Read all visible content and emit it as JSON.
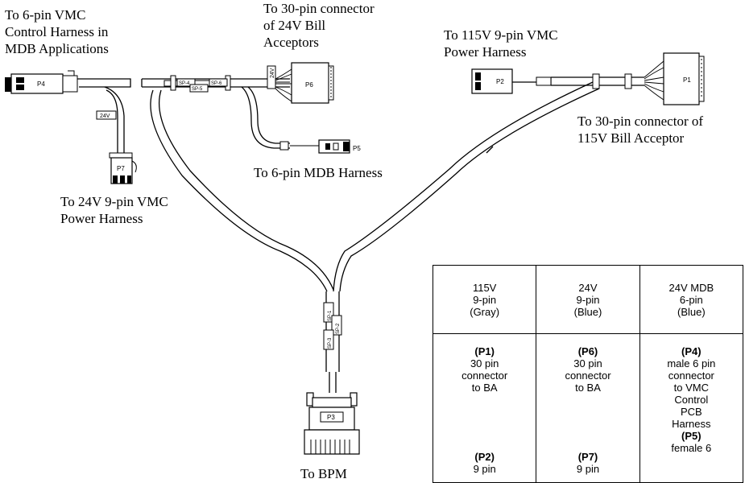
{
  "labels": {
    "vmc_control_harness": "To 6-pin VMC\nControl Harness in\nMDB Applications",
    "bill_acceptors_24v": "To 30-pin connector\nof 24V Bill\nAcceptors",
    "power_115v": "To 115V 9-pin VMC\nPower Harness",
    "bill_acceptor_115v": "To 30-pin connector of\n115V Bill Acceptor",
    "mdb_harness": "To 6-pin MDB Harness",
    "power_24v": "To 24V 9-pin VMC\nPower Harness",
    "bpm": "To BPM"
  },
  "connectors": {
    "p1": "P1",
    "p2": "P2",
    "p3": "P3",
    "p4": "P4",
    "p5": "P5",
    "p6": "P6",
    "p7": "P7"
  },
  "cable_tags": {
    "v24_a": "24V",
    "v24_b": "24V",
    "sp4": "SP-4",
    "sp5": "SP-5",
    "sp6": "SP-6",
    "sp1": "SP-1",
    "sp2": "SP-2",
    "sp3": "SP-3"
  },
  "table": {
    "headers": [
      "115V\n9-pin\n(Gray)",
      "24V\n9-pin\n(Blue)",
      "24V MDB\n6-pin\n(Blue)"
    ],
    "row1": [
      {
        "code": "(P1)",
        "desc": "30 pin\nconnector\nto BA"
      },
      {
        "code": "(P6)",
        "desc": "30 pin\nconnector\nto BA"
      },
      {
        "code": "(P4)",
        "desc": "male 6 pin\nconnector\nto VMC\nControl\nPCB\nHarness"
      }
    ],
    "row2": [
      {
        "code": "(P2)",
        "desc": "9 pin"
      },
      {
        "code": "(P7)",
        "desc": "9 pin"
      },
      {
        "code": "(P5)",
        "desc": "female 6"
      }
    ]
  }
}
